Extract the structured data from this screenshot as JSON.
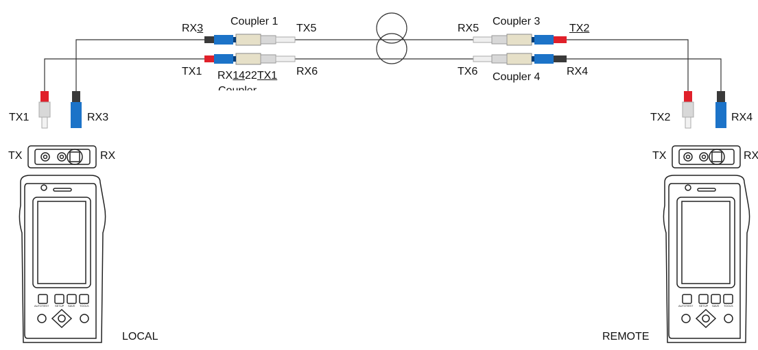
{
  "couplers": {
    "c1": "Coupler 1",
    "c3": "Coupler 3",
    "c4": "Coupler 4",
    "c2_partial": "Coupler"
  },
  "ports": {
    "rx3_top": {
      "prefix": "RX",
      "underlined": "3"
    },
    "tx5": "TX5",
    "tx1_mid": "TX1",
    "rx6": "RX6",
    "rx5": "RX5",
    "tx2_top": "TX2",
    "tx6": "TX6",
    "rx4_mid": "RX4",
    "center_label": {
      "a": "RX",
      "b": "14",
      "c": "22",
      "d": "TX1"
    },
    "tx1_local": "TX1",
    "rx3_local": "RX3",
    "tx2_remote": "TX2",
    "rx4_remote": "RX4",
    "tx_local": "TX",
    "rx_local": "RX",
    "tx_remote": "TX",
    "rx_remote": "RX"
  },
  "devices": {
    "local": "LOCAL",
    "remote": "REMOTE",
    "button_labels": [
      "AUTOTEST",
      "SETUP",
      "SAVE",
      "TOOLS"
    ]
  },
  "colors": {
    "red": "#e0202a",
    "blue": "#1c73c8",
    "dark": "#3a3a3a",
    "white_connector": "#d8d8d8",
    "coupler_body": "#e6e0c8"
  }
}
